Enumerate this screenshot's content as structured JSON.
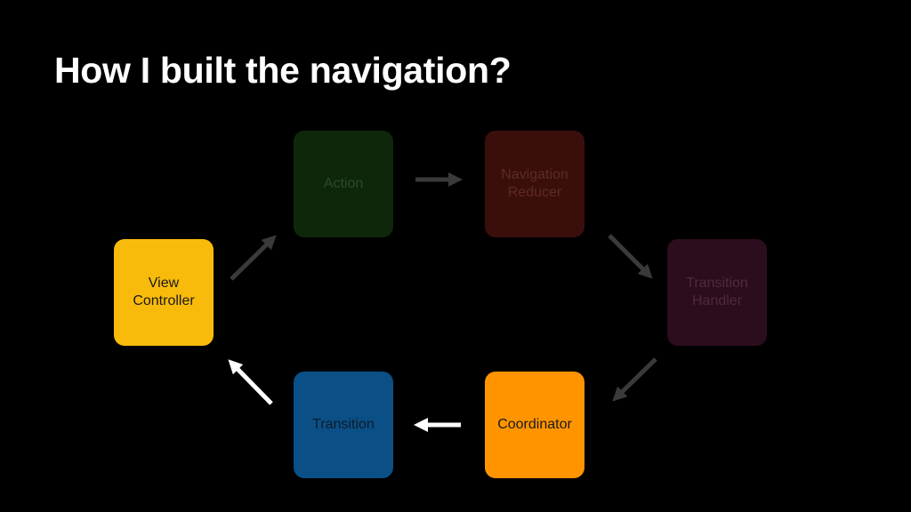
{
  "title": "How I built the navigation?",
  "nodes": [
    {
      "id": "view-controller",
      "label": "View\nController",
      "bg": "#F9BB0B",
      "fg": "#1a1a1a"
    },
    {
      "id": "action",
      "label": "Action",
      "bg": "#0E270B",
      "fg": "#2b4a28"
    },
    {
      "id": "navigation-reducer",
      "label": "Navigation\nReducer",
      "bg": "#3A0F0B",
      "fg": "#5e2a24"
    },
    {
      "id": "transition-handler",
      "label": "Transition\nHandler",
      "bg": "#2C0D1E",
      "fg": "#4e2a3c"
    },
    {
      "id": "coordinator",
      "label": "Coordinator",
      "bg": "#FF9400",
      "fg": "#1a1a1a"
    },
    {
      "id": "transition",
      "label": "Transition",
      "bg": "#0A4F86",
      "fg": "#0e1c2a"
    }
  ],
  "edges": [
    {
      "from": "view-controller",
      "to": "action",
      "color": "#3a3a3a"
    },
    {
      "from": "action",
      "to": "navigation-reducer",
      "color": "#3a3a3a"
    },
    {
      "from": "navigation-reducer",
      "to": "transition-handler",
      "color": "#3a3a3a"
    },
    {
      "from": "transition-handler",
      "to": "coordinator",
      "color": "#3a3a3a"
    },
    {
      "from": "coordinator",
      "to": "transition",
      "color": "#ffffff"
    },
    {
      "from": "transition",
      "to": "view-controller",
      "color": "#ffffff"
    }
  ]
}
